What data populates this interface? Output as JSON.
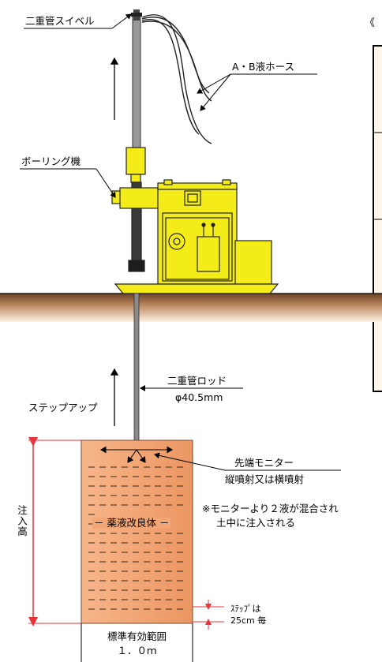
{
  "labels": {
    "swivel": "二重管スイベル",
    "hose": "A・B液ホース",
    "boring_machine": "ボーリング機",
    "rod": "二重管ロッド",
    "rod_dia": "φ40.5mm",
    "step_up": "ステップアップ",
    "tip_monitor": "先端モニター",
    "jet": "縦噴射又は横噴射",
    "note_line1": "※モニターより２液が混合され",
    "note_line2": "土中に注入される",
    "injection_height": "注入高",
    "treated_body": "－ 薬液改良体 －",
    "step_note_1": "ｽﾃｯﾌﾟは",
    "step_note_2": "25cm 毎",
    "std_range_1": "標準有効範囲",
    "std_range_2": "１．０ｍ",
    "cut_char": "《"
  },
  "colors": {
    "machine_yellow": "#f3ec18",
    "machine_dark": "#1d1d1d",
    "rod_gray": "#7a7a7a",
    "ground_top": "#8c5a35",
    "ground_bottom": "#fbe7cf",
    "treated_body": "#f2a675",
    "dimension_red": "#e8343a",
    "table_bg": "#fef6ea"
  }
}
